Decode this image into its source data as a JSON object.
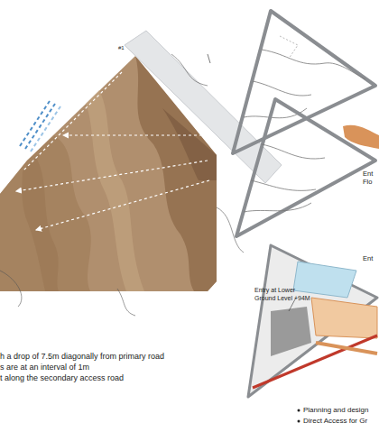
{
  "diagram": {
    "labels": [
      "#1",
      "h a  drop of 7.5m diagonally from primary road",
      "s are at an interval of 1m",
      "t along the secondary access road",
      "Ent Flo",
      "Entry at Lower Ground Level +94M",
      "Ent",
      "Planning and design",
      "Direct Access for Gr"
    ]
  }
}
